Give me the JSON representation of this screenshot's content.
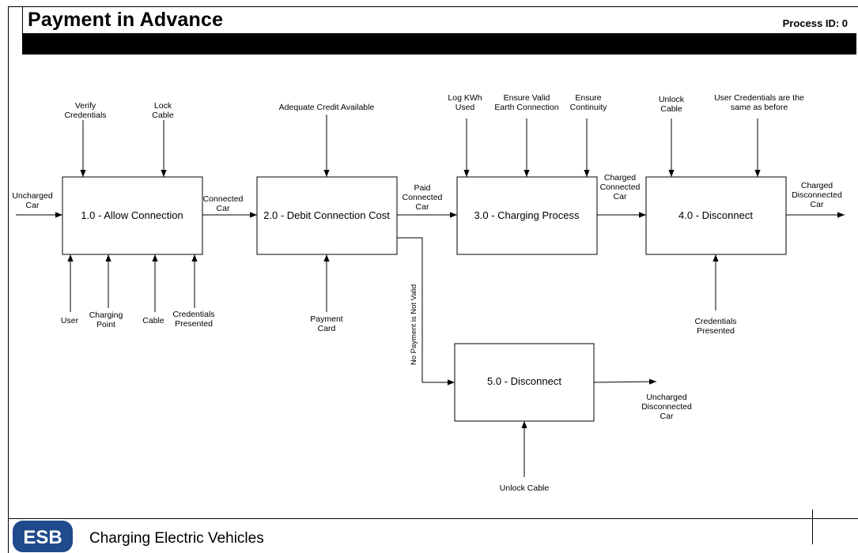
{
  "header": {
    "title": "Payment in Advance",
    "process_id": "Process ID: 0"
  },
  "footer": {
    "logo_text": "ESB",
    "caption": "Charging Electric Vehicles"
  },
  "boxes": {
    "b1": "1.0 - Allow Connection",
    "b2": "2.0 - Debit Connection Cost",
    "b3": "3.0 - Charging Process",
    "b4": "4.0 - Disconnect",
    "b5": "5.0 - Disconnect"
  },
  "labels": {
    "verify_credentials": [
      "Verify",
      "Credentials"
    ],
    "lock_cable": [
      "Lock",
      "Cable"
    ],
    "adequate_credit": [
      "Adequate Credit Available"
    ],
    "log_kwh": [
      "Log KWh",
      "Used"
    ],
    "ensure_earth": [
      "Ensure Valid",
      "Earth Connection"
    ],
    "ensure_continuity": [
      "Ensure",
      "Continuity"
    ],
    "unlock_cable_top": [
      "Unlock",
      "Cable"
    ],
    "user_credentials_same": [
      "User Credentials are the",
      "same as before"
    ],
    "uncharged_car": [
      "Uncharged",
      "Car"
    ],
    "connected_car": [
      "Connected",
      "Car"
    ],
    "paid_connected_car": [
      "Paid",
      "Connected",
      "Car"
    ],
    "charged_connected_car": [
      "Charged",
      "Connected",
      "Car"
    ],
    "charged_disconnected_car": [
      "Charged",
      "Disconnected",
      "Car"
    ],
    "user": [
      "User"
    ],
    "charging_point": [
      "Charging",
      "Point"
    ],
    "cable": [
      "Cable"
    ],
    "credentials_presented_1": [
      "Credentials",
      "Presented"
    ],
    "payment_card": [
      "Payment",
      "Card"
    ],
    "credentials_presented_4": [
      "Credentials",
      "Presented"
    ],
    "no_payment": [
      "No Payment is Not Valid"
    ],
    "uncharged_disconnected_car": [
      "Uncharged",
      "Disconnected",
      "Car"
    ],
    "unlock_cable_bottom": [
      "Unlock Cable"
    ]
  }
}
